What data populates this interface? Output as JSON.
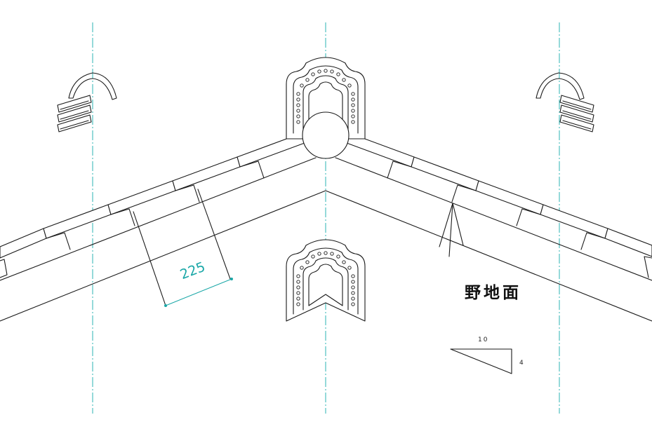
{
  "dimension": {
    "value": "225"
  },
  "surface_label": "野地面",
  "pitch": {
    "run": "10",
    "rise": "4"
  },
  "colors": {
    "line": "#1a1a1a",
    "centerline": "#2bb3b3",
    "dimension": "#19a7a7"
  }
}
